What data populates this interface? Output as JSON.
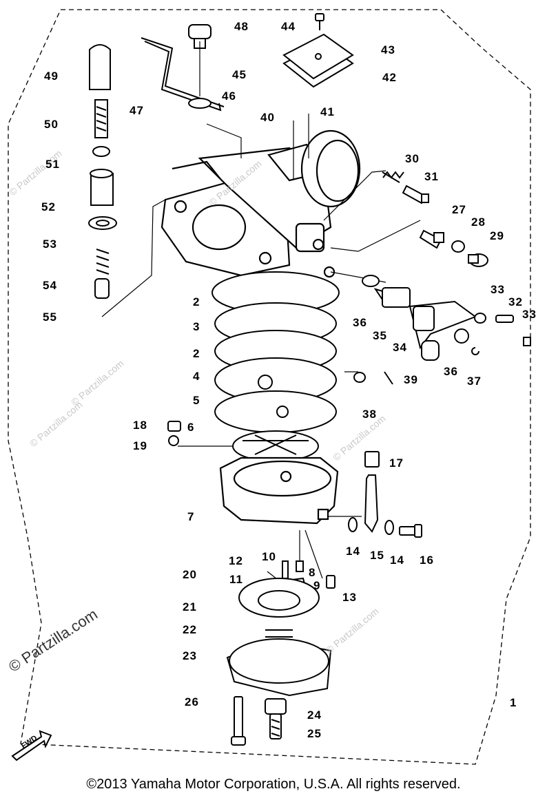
{
  "diagram": {
    "callouts": [
      "48",
      "44",
      "43",
      "42",
      "49",
      "45",
      "46",
      "47",
      "40",
      "41",
      "50",
      "51",
      "30",
      "31",
      "52",
      "27",
      "28",
      "29",
      "53",
      "54",
      "55",
      "2",
      "3",
      "2",
      "4",
      "5",
      "6",
      "7",
      "33",
      "32",
      "33",
      "36",
      "35",
      "34",
      "36",
      "37",
      "39",
      "38",
      "18",
      "19",
      "17",
      "14",
      "15",
      "14",
      "16",
      "12",
      "10",
      "8",
      "11",
      "9",
      "13",
      "20",
      "21",
      "22",
      "23",
      "26",
      "24",
      "25",
      "1"
    ],
    "watermarks": [
      "© Partzilla.com",
      "© Partzilla.com",
      "© Partzilla.com",
      "© Partzilla.com",
      "© Partzilla.com",
      "© Partzilla.com",
      "© Partzilla.com"
    ],
    "fwd_label": "FWD"
  },
  "footer": {
    "copyright": "©2013 Yamaha Motor Corporation, U.S.A. All rights reserved."
  }
}
